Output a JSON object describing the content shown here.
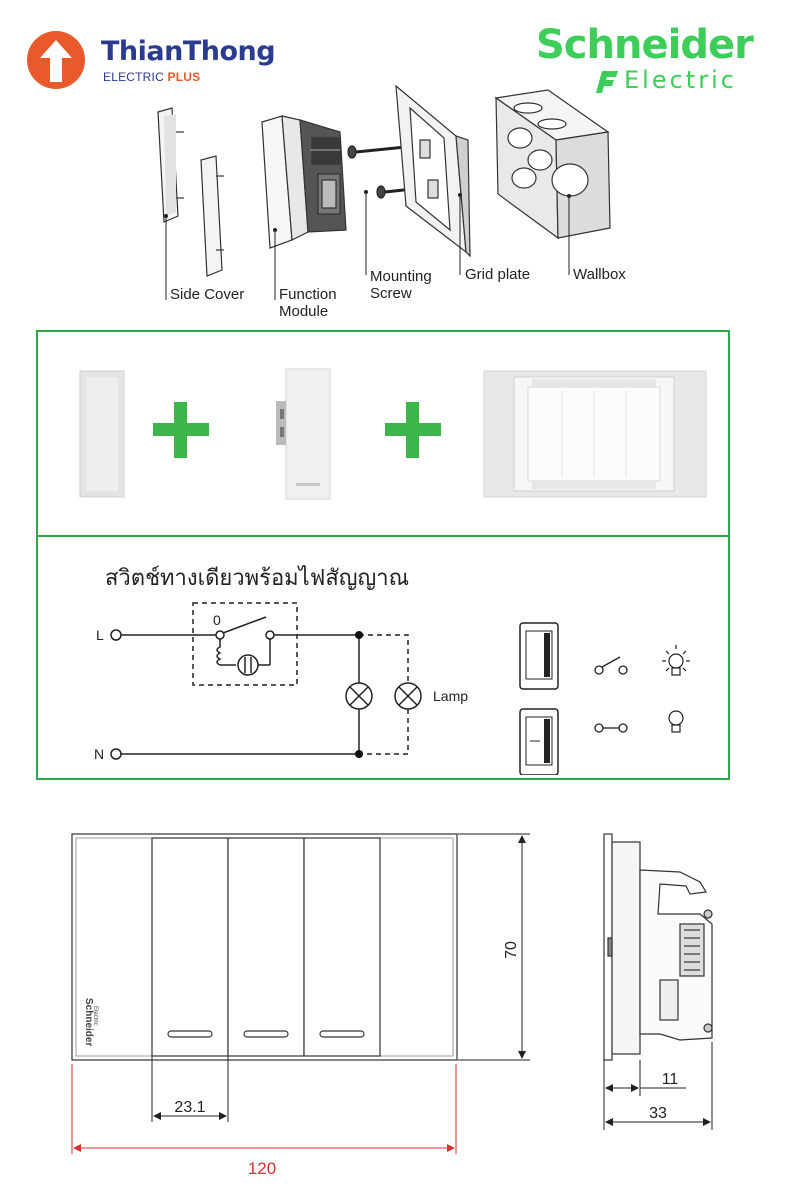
{
  "brand_left": {
    "name": "ThianThong",
    "tagline_main": "ELECTRIC",
    "tagline_accent": "PLUS"
  },
  "brand_right": {
    "name": "Schneider",
    "sub": "Electric"
  },
  "exploded_labels": {
    "side_cover": "Side Cover",
    "function_module_1": "Function",
    "function_module_2": "Module",
    "mounting_screw_1": "Mounting",
    "mounting_screw_2": "Screw",
    "grid_plate": "Grid plate",
    "wallbox": "Wallbox"
  },
  "wiring": {
    "title": "สวิตช์ทางเดียวพร้อมไฟสัญญาณ",
    "l_label": "L",
    "n_label": "N",
    "zero_label": "0",
    "lamp_label": "Lamp"
  },
  "dimensions": {
    "height": "70",
    "module_width": "23.1",
    "total_width": "120",
    "depth_small": "11",
    "depth_total": "33",
    "plate_logo_1": "Schneider",
    "plate_logo_2": "Electric"
  },
  "colors": {
    "green_frame": "#2ea84a",
    "plus_green": "#3cb64b",
    "schneider_green": "#3dcd58",
    "thianthong_blue": "#2b3b8f",
    "thianthong_orange": "#e85a2c",
    "dimension_red": "#d9322e"
  }
}
